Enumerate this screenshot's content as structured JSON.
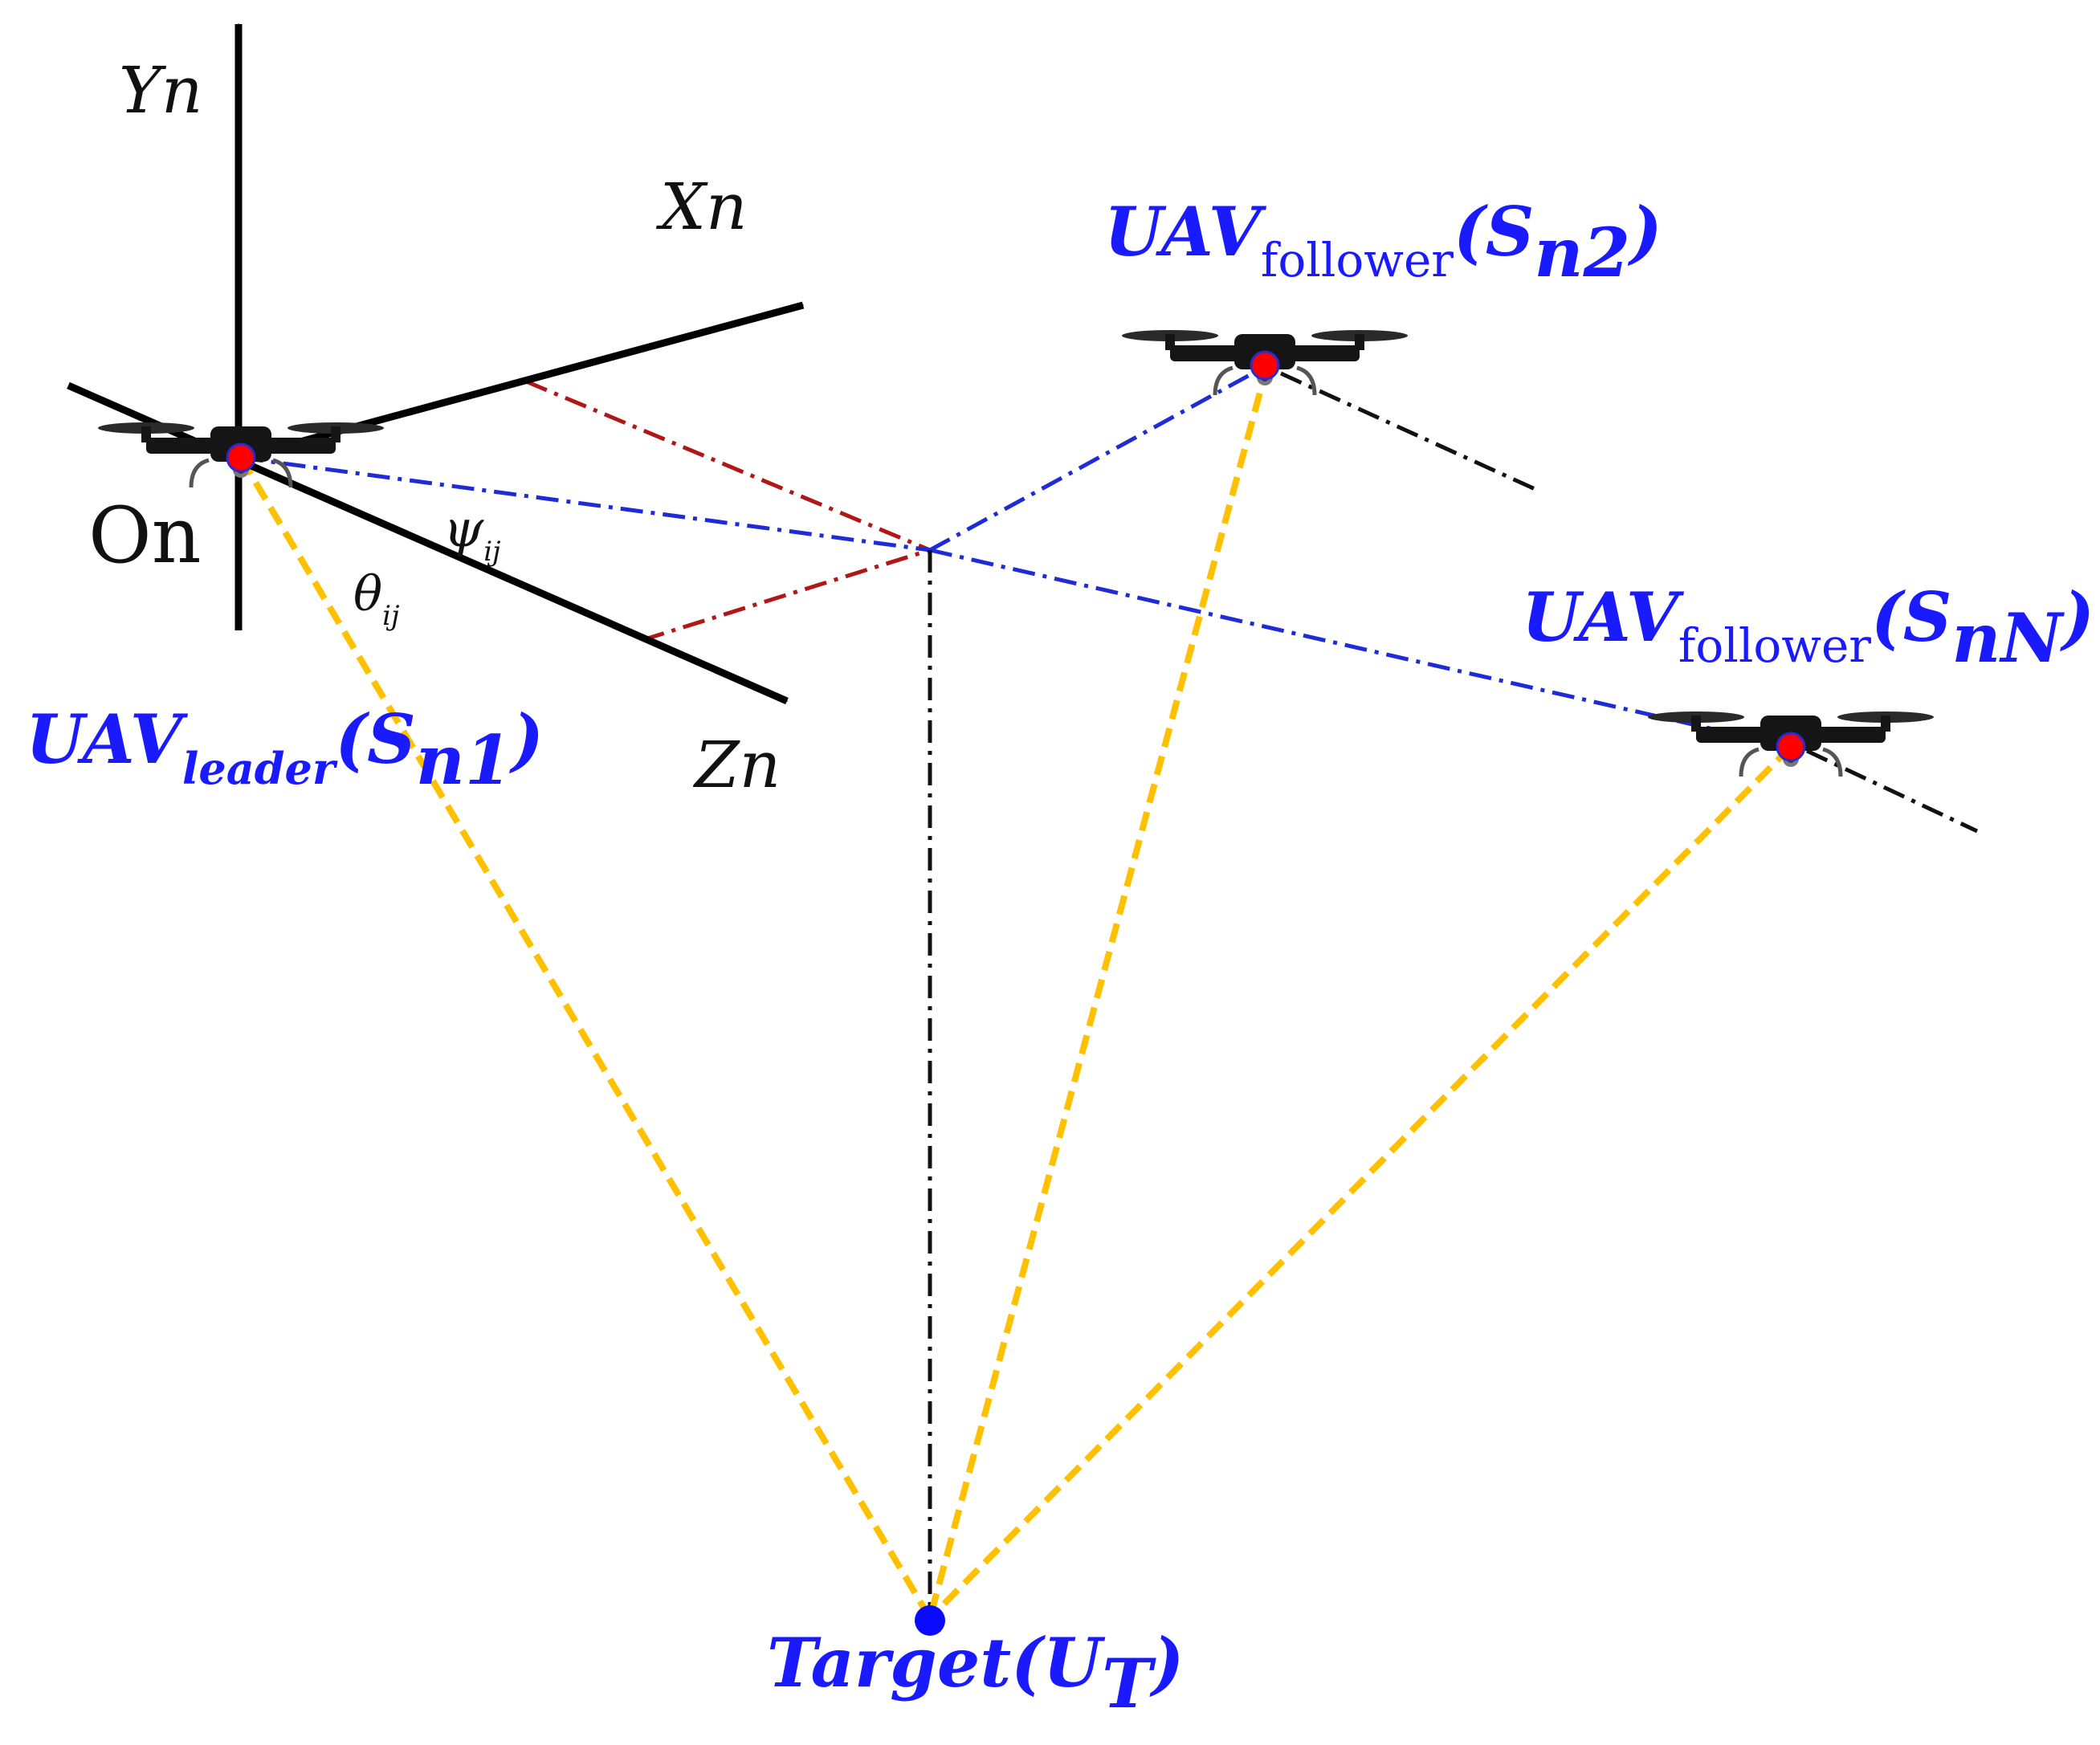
{
  "axes": {
    "y_label": "Yn",
    "x_label": "Xn",
    "z_label": "Zn",
    "origin_label": "On"
  },
  "angles": {
    "psi": "ψ",
    "psi_sub": "ij",
    "theta": "θ",
    "theta_sub": "ij"
  },
  "uavs": {
    "leader": {
      "name": "UAV",
      "role": "leader",
      "open": "(S",
      "id": "n1",
      "close": ")"
    },
    "follower2": {
      "name": "UAV",
      "role": "follower",
      "open": "(S",
      "id": "n2",
      "close": ")"
    },
    "followerN": {
      "name": "UAV",
      "role": "follower",
      "open": "(S",
      "id": "nN",
      "close": ")"
    }
  },
  "target": {
    "name": "Target",
    "open": "(U",
    "sub": "T",
    "close": ")"
  },
  "colors": {
    "axis": "#000000",
    "label_blue": "#1a1aff",
    "sight_line": "#ffc000",
    "blue_dashdot": "#1f2bd6",
    "red_dashdot": "#b01818",
    "black_dashdot": "#111111",
    "drone_body": "#151515",
    "drone_center": "#ff0000",
    "target_dot": "#0a0aff"
  },
  "icons": {
    "drone": "quadcopter-drone-icon",
    "target": "target-dot-icon"
  }
}
